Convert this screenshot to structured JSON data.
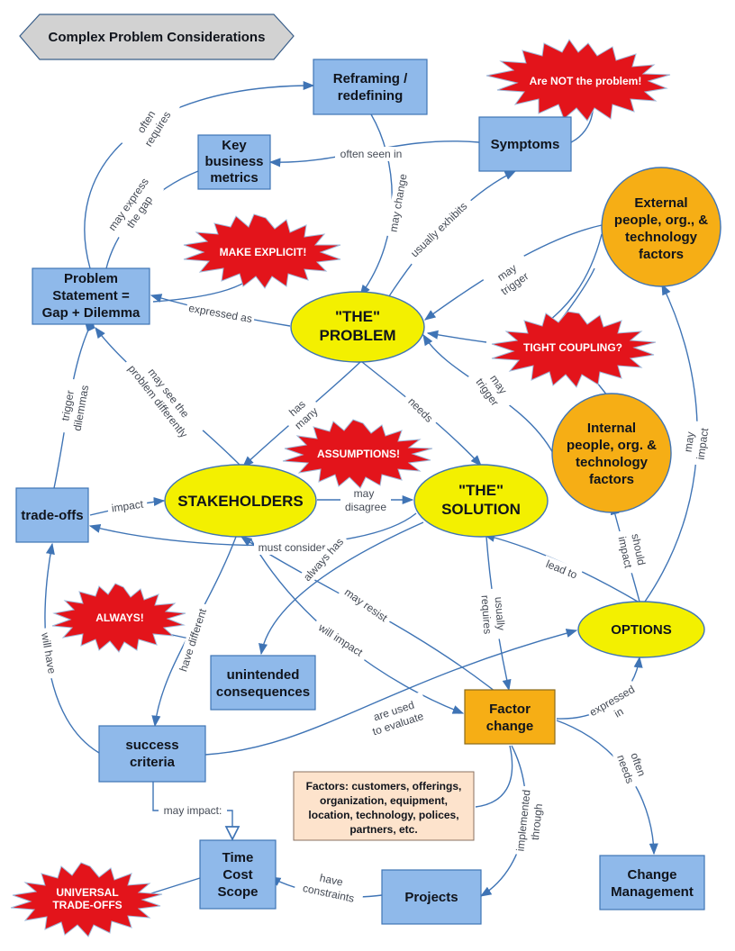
{
  "title": "Complex Problem Considerations",
  "nodes": {
    "reframing": [
      "Reframing /",
      "redefining"
    ],
    "symptoms": [
      "Symptoms"
    ],
    "key_metrics": [
      "Key",
      "business",
      "metrics"
    ],
    "problem_statement": [
      "Problem",
      "Statement =",
      "Gap + Dilemma"
    ],
    "the_problem": [
      "\"THE\"",
      "PROBLEM"
    ],
    "external_factors": [
      "External",
      "people, org., &",
      "technology",
      "factors"
    ],
    "internal_factors": [
      "Internal",
      "people, org. &",
      "technology",
      "factors"
    ],
    "trade_offs": [
      "trade-offs"
    ],
    "stakeholders": [
      "STAKEHOLDERS"
    ],
    "the_solution": [
      "\"THE\"",
      "SOLUTION"
    ],
    "options": [
      "OPTIONS"
    ],
    "unintended": [
      "unintended",
      "consequences"
    ],
    "factor_change": [
      "Factor",
      "change"
    ],
    "success_criteria": [
      "success",
      "criteria"
    ],
    "factors_note": [
      "Factors: customers, offerings,",
      "organization, equipment,",
      "location, technology, polices,",
      "partners, etc."
    ],
    "time_cost_scope": [
      "Time",
      "Cost",
      "Scope"
    ],
    "projects": [
      "Projects"
    ],
    "change_management": [
      "Change",
      "Management"
    ]
  },
  "bursts": {
    "not_problem": [
      "Are NOT the problem!"
    ],
    "make_explicit": [
      "MAKE EXPLICIT!"
    ],
    "tight_coupling": [
      "TIGHT COUPLING?"
    ],
    "assumptions": [
      "ASSUMPTIONS!"
    ],
    "always": [
      "ALWAYS!"
    ],
    "universal": [
      "UNIVERSAL",
      "TRADE-OFFS"
    ]
  },
  "edge_labels": {
    "often_requires": [
      "often",
      "requires"
    ],
    "often_seen_in": [
      "often seen in"
    ],
    "may_express_gap": [
      "may express",
      "the gap"
    ],
    "may_change": [
      "may change"
    ],
    "usually_exhibits": [
      "usually exhibits"
    ],
    "expressed_as": [
      "expressed as"
    ],
    "may_trigger_ext": [
      "may",
      "trigger"
    ],
    "may_trigger_int": [
      "may",
      "trigger"
    ],
    "trigger_dilemmas": [
      "trigger",
      "dilemmas"
    ],
    "may_see_differently": [
      "may see the",
      "problem differently"
    ],
    "has_many": [
      "has",
      "many"
    ],
    "needs": [
      "needs"
    ],
    "impact": [
      "impact"
    ],
    "may_disagree": [
      "may",
      "disagree"
    ],
    "must_consider": [
      "must consider"
    ],
    "always_has": [
      "always has"
    ],
    "may_resist": [
      "may resist"
    ],
    "will_impact": [
      "will impact"
    ],
    "have_different": [
      "have different"
    ],
    "will_have": [
      "will have"
    ],
    "usually_requires": [
      "usually",
      "requires"
    ],
    "lead_to": [
      "lead to"
    ],
    "should_impact": [
      "should",
      "impact"
    ],
    "may_impact_ext": [
      "may",
      "impact"
    ],
    "expressed_in": [
      "expressed",
      "in"
    ],
    "often_needs": [
      "often",
      "needs"
    ],
    "used_to_evaluate": [
      "are used",
      "to evaluate"
    ],
    "may_impact_tcs": [
      "may impact:"
    ],
    "have_constraints": [
      "have",
      "constraints"
    ],
    "implemented_through": [
      "implemented",
      "through"
    ]
  },
  "colors": {
    "box_blue": "#8fb9ea",
    "ellipse_yellow": "#f3f000",
    "orange": "#f6ae15",
    "burst_red": "#e3141b",
    "edge_blue": "#3f74b5"
  }
}
